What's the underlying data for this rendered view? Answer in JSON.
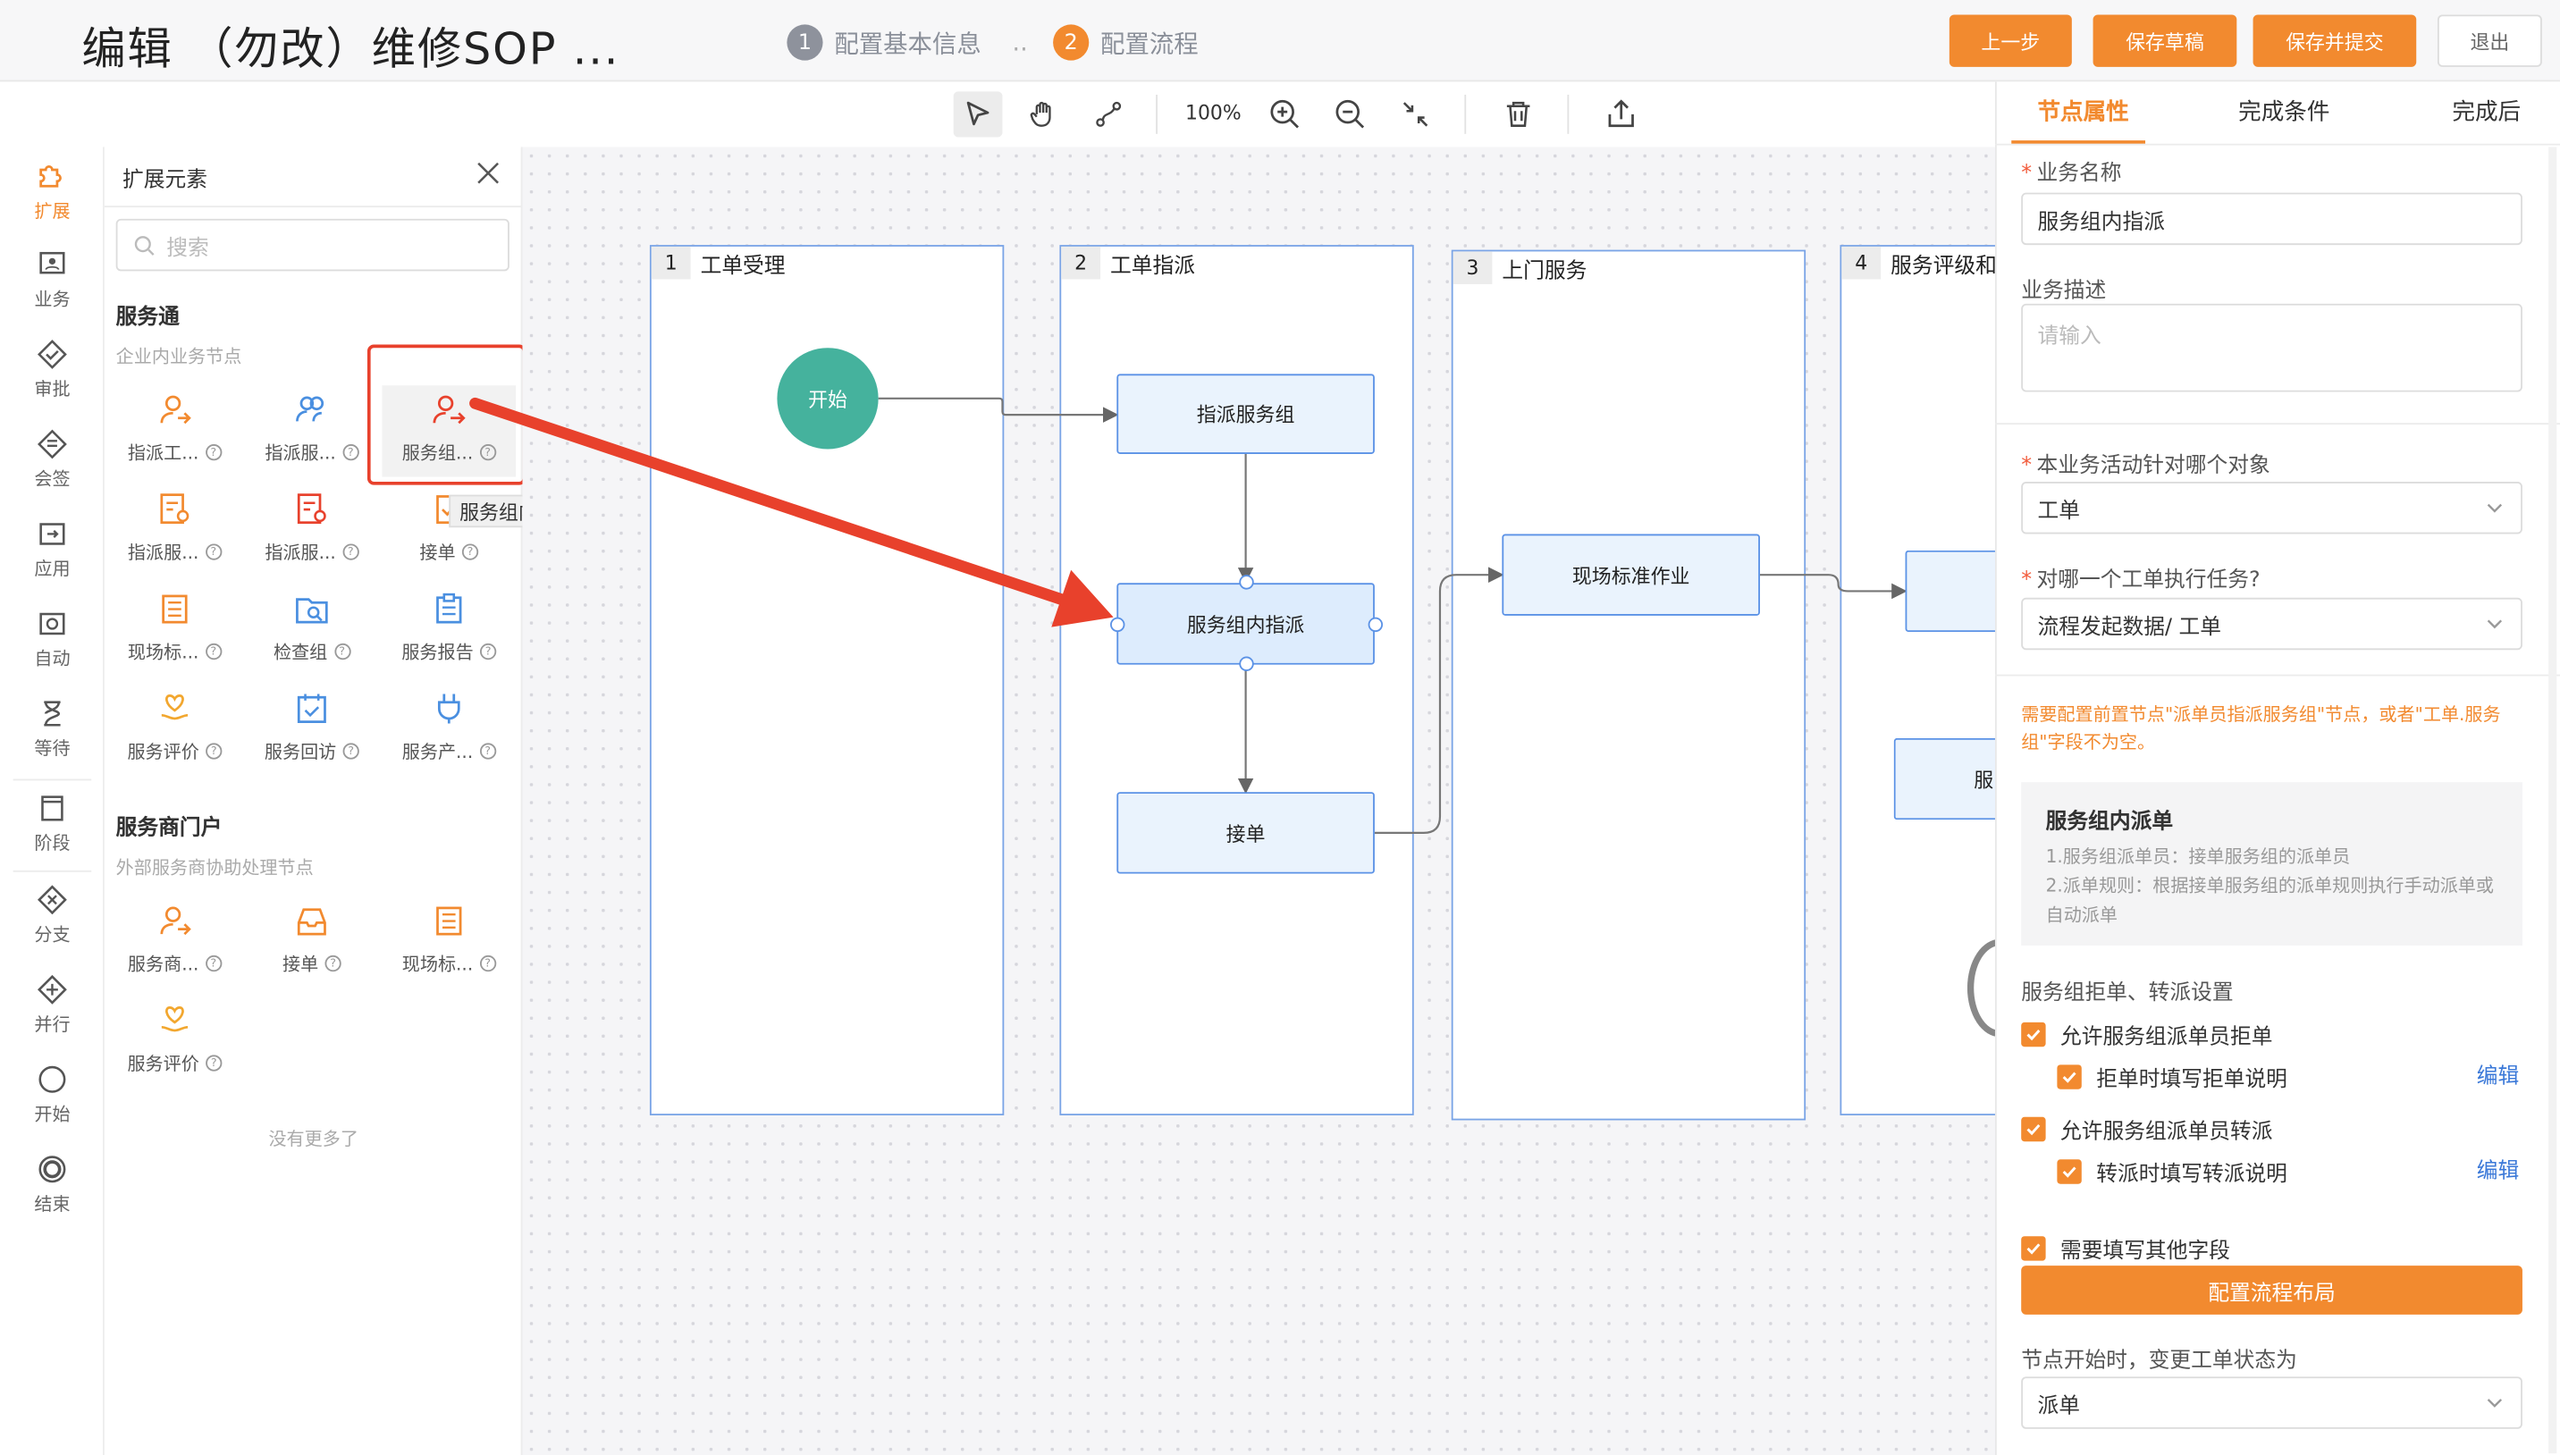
{
  "header": {
    "title": "编辑 （勿改）维修SOP ...",
    "steps": [
      {
        "num": "1",
        "label": "配置基本信息"
      },
      {
        "num": "2",
        "label": "配置流程"
      }
    ],
    "step_separator": "..",
    "buttons": {
      "prev": "上一步",
      "save_draft": "保存草稿",
      "save_submit": "保存并提交",
      "exit": "退出"
    }
  },
  "toolbar": {
    "zoom": "100%"
  },
  "nav": [
    {
      "label": "扩展",
      "icon": "puzzle-icon"
    },
    {
      "label": "业务",
      "icon": "business-icon"
    },
    {
      "label": "审批",
      "icon": "approval-icon"
    },
    {
      "label": "会签",
      "icon": "countersign-icon"
    },
    {
      "label": "应用",
      "icon": "app-icon"
    },
    {
      "label": "自动",
      "icon": "auto-icon"
    },
    {
      "label": "等待",
      "icon": "hourglass-icon"
    },
    {
      "label": "阶段",
      "icon": "stage-icon"
    },
    {
      "label": "分支",
      "icon": "branch-icon"
    },
    {
      "label": "并行",
      "icon": "parallel-icon"
    },
    {
      "label": "开始",
      "icon": "start-circle-icon"
    },
    {
      "label": "结束",
      "icon": "end-circle-icon"
    }
  ],
  "panel": {
    "title": "扩展元素",
    "search_placeholder": "搜索",
    "group1": {
      "title": "服务通",
      "subtitle": "企业内业务节点",
      "items": [
        "指派工...",
        "指派服...",
        "服务组...",
        "指派服...",
        "指派服...",
        "接单",
        "现场标...",
        "检查组",
        "服务报告",
        "服务评价",
        "服务回访",
        "服务产..."
      ]
    },
    "tooltip": "服务组内指派",
    "group2": {
      "title": "服务商门户",
      "subtitle": "外部服务商协助处理节点",
      "items": [
        "服务商...",
        "接单",
        "现场标...",
        "服务评价"
      ]
    },
    "no_more": "没有更多了"
  },
  "canvas": {
    "lanes": [
      {
        "num": "1",
        "title": "工单受理"
      },
      {
        "num": "2",
        "title": "工单指派"
      },
      {
        "num": "3",
        "title": "上门服务"
      },
      {
        "num": "4",
        "title": "服务评级和"
      }
    ],
    "nodes": {
      "start": "开始",
      "assign_group": "指派服务组",
      "group_assign": "服务组内指派",
      "accept": "接单",
      "onsite": "现场标准作业",
      "partial": "服"
    }
  },
  "right": {
    "tabs": [
      "节点属性",
      "完成条件",
      "完成后"
    ],
    "biz_name_label": "业务名称",
    "biz_name": "服务组内指派",
    "biz_desc_label": "业务描述",
    "biz_desc_placeholder": "请输入",
    "object_label": "本业务活动针对哪个对象",
    "object_value": "工单",
    "task_label": "对哪一个工单执行任务?",
    "task_value": "流程发起数据/ 工单",
    "warning": "需要配置前置节点\"派单员指派服务组\"节点，或者\"工单.服务组\"字段不为空。",
    "info_title": "服务组内派单",
    "info_lines": [
      "1.服务组派单员：接单服务组的派单员",
      "2.派单规则：根据接单服务组的派单规则执行手动派单或自动派单"
    ],
    "reject_section": "服务组拒单、转派设置",
    "cb1": "允许服务组派单员拒单",
    "cb1a": "拒单时填写拒单说明",
    "cb2": "允许服务组派单员转派",
    "cb2a": "转派时填写转派说明",
    "edit": "编辑",
    "cb3": "需要填写其他字段",
    "layout_btn": "配置流程布局",
    "status_label": "节点开始时，变更工单状态为",
    "status_value": "派单"
  },
  "colors": {
    "accent": "#f28a2f",
    "node_border": "#5b92e6",
    "start": "#45b29d",
    "arrow": "#e8412c"
  }
}
